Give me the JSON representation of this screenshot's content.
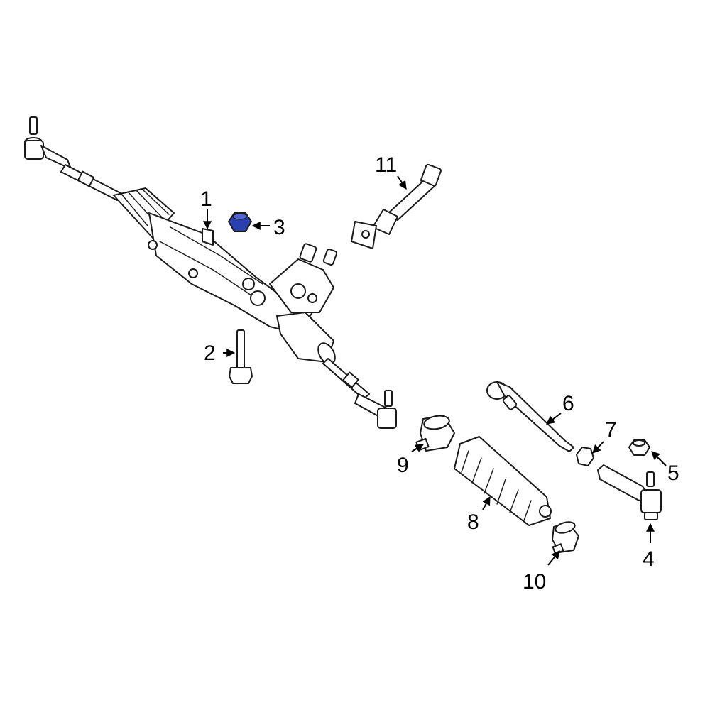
{
  "diagram": {
    "highlight_color": "#2a3fb0",
    "callouts": [
      "1",
      "2",
      "3",
      "4",
      "5",
      "6",
      "7",
      "8",
      "9",
      "10",
      "11"
    ]
  }
}
